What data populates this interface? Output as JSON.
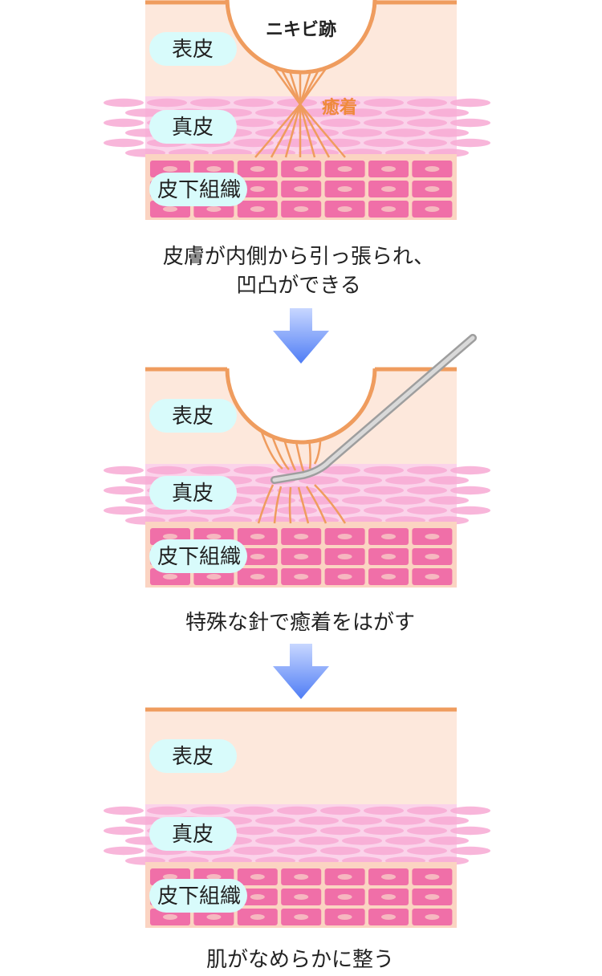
{
  "colors": {
    "epidermis": "#fde8dc",
    "dermis_bg": "#fbd3ea",
    "dermis_cell": "#f7a9d3",
    "subcut_bg": "#fbd4c2",
    "subcut_cell": "#f06fa8",
    "subcut_nucleus": "#f6b8c0",
    "outline": "#ef9c5e",
    "pill": "#d8fbfb",
    "arrow_top": "#c8d7ff",
    "arrow_bottom": "#4f7df5",
    "needle": "#bfbfbf"
  },
  "panel1": {
    "scar_label": "ニキビ跡",
    "adhesion_label": "癒着",
    "layers": [
      "表皮",
      "真皮",
      "皮下組織"
    ],
    "caption_line1": "皮膚が内側から引っ張られ、",
    "caption_line2": "凹凸ができる"
  },
  "panel2": {
    "layers": [
      "表皮",
      "真皮",
      "皮下組織"
    ],
    "caption": "特殊な針で癒着をはがす"
  },
  "panel3": {
    "layers": [
      "表皮",
      "真皮",
      "皮下組織"
    ],
    "caption": "肌がなめらかに整う"
  }
}
